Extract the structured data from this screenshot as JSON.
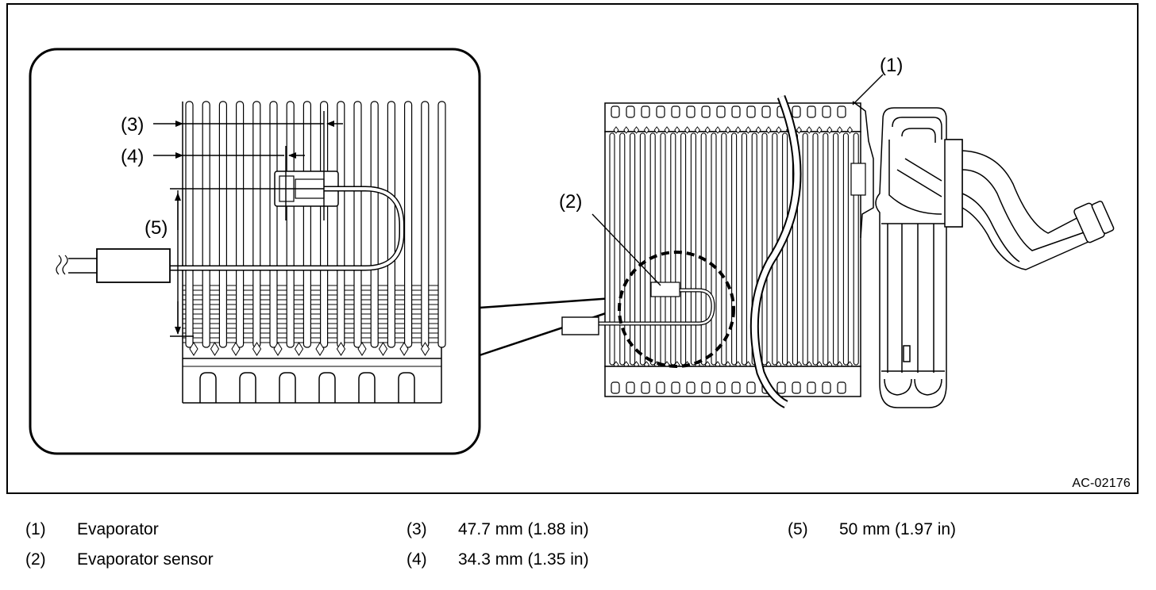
{
  "figure": {
    "code": "AC-02176",
    "callouts": {
      "c1": "(1)",
      "c2": "(2)",
      "c3": "(3)",
      "c4": "(4)",
      "c5": "(5)"
    }
  },
  "legend": [
    {
      "num": "(1)",
      "text": "Evaporator"
    },
    {
      "num": "(2)",
      "text": "Evaporator sensor"
    },
    {
      "num": "(3)",
      "text": "47.7 mm (1.88 in)"
    },
    {
      "num": "(4)",
      "text": "34.3 mm (1.35 in)"
    },
    {
      "num": "(5)",
      "text": "50 mm (1.97 in)"
    }
  ]
}
